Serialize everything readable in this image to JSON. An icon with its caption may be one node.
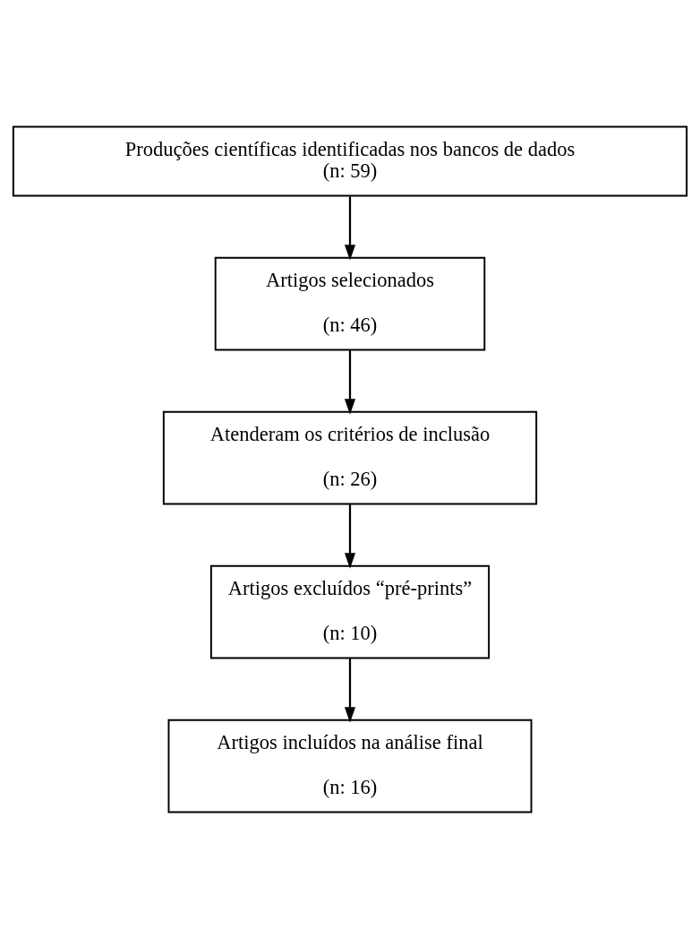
{
  "diagram": {
    "nodes": [
      {
        "text": [
          "Produções científicas identificadas nos bancos de dados",
          "(n: 59)"
        ]
      },
      {
        "text": [
          "Artigos selecionados",
          "(n: 46)"
        ]
      },
      {
        "text": [
          "Atenderam os critérios de inclusão",
          "(n: 26)"
        ]
      },
      {
        "text": [
          "Artigos excluídos “pré-prints”",
          "(n: 10)"
        ]
      },
      {
        "text": [
          "Artigos incluídos na análise final",
          "(n: 16)"
        ]
      }
    ],
    "edges": [
      {
        "from": 0,
        "to": 1,
        "arrow": "to"
      },
      {
        "from": 1,
        "to": 2,
        "arrow": "to"
      },
      {
        "from": 2,
        "to": 3,
        "arrow": "to"
      },
      {
        "from": 3,
        "to": 4,
        "arrow": "to"
      }
    ]
  }
}
